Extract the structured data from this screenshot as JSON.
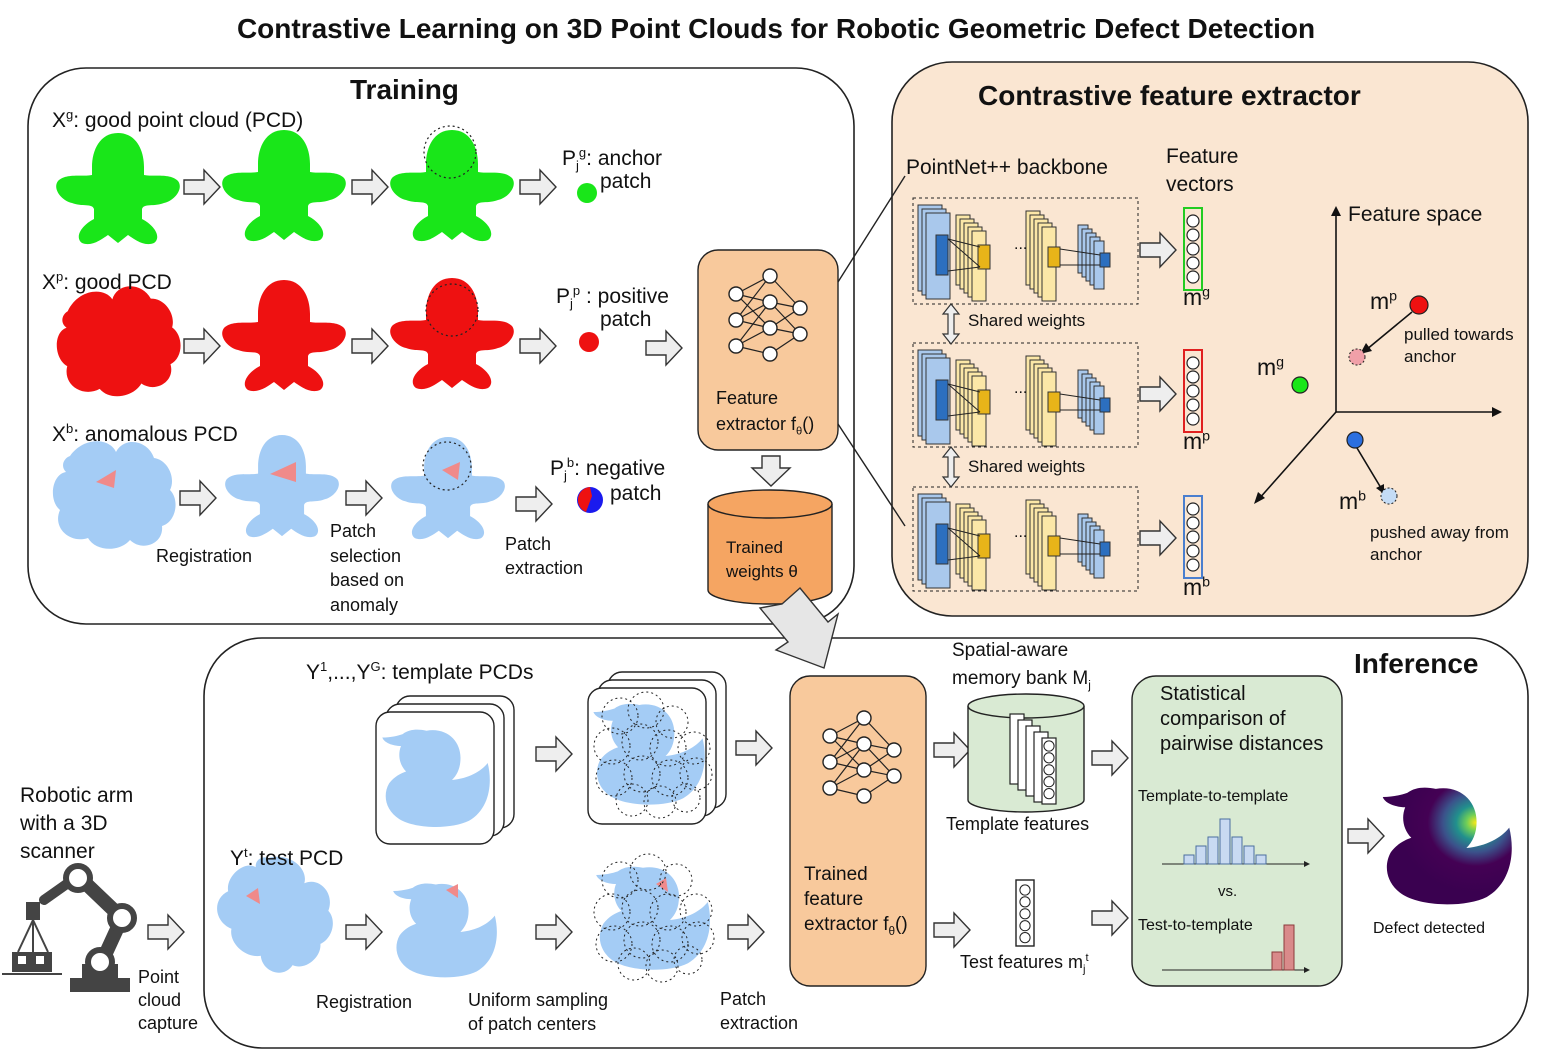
{
  "title": "Contrastive Learning on 3D Point Clouds for Robotic Geometric Defect Detection",
  "training": {
    "heading": "Training",
    "good_pcd": {
      "sym": "X",
      "sup": "g",
      "text": ": good point cloud (PCD)"
    },
    "positive_pcd": {
      "sym": "X",
      "sup": "p",
      "text": ": good PCD"
    },
    "anomalous_pcd": {
      "sym": "X",
      "sup": "b",
      "text": ": anomalous PCD"
    },
    "anchor_patch": {
      "sym": "P",
      "sub": "j",
      "sup": "g",
      "text": ": anchor",
      "line2": "patch"
    },
    "positive_patch": {
      "sym": "P",
      "sub": "j",
      "sup": "p",
      "text": " : positive",
      "line2": "patch"
    },
    "negative_patch": {
      "sym": "P",
      "sub": "j",
      "sup": "b",
      "text": ": negative",
      "line2": "patch"
    },
    "step_registration": "Registration",
    "step_selection": [
      "Patch",
      "selection",
      "based on",
      "anomaly"
    ],
    "step_extraction": [
      "Patch",
      "extraction"
    ],
    "feature_extractor": {
      "line1": "Feature",
      "line2": "extractor f",
      "sub": "θ",
      "tail": "()"
    },
    "trained_weights": {
      "line1": "Trained",
      "line2": "weights θ"
    }
  },
  "extractor": {
    "heading": "Contrastive feature  extractor",
    "backbone": "PointNet++ backbone",
    "feature_vectors": [
      "Feature",
      "vectors"
    ],
    "shared_weights": "Shared weights",
    "ellipsis": "...",
    "mg": {
      "sym": "m",
      "sup": "g"
    },
    "mp": {
      "sym": "m",
      "sup": "p"
    },
    "mb": {
      "sym": "m",
      "sup": "b"
    },
    "feature_space": "Feature space",
    "pulled": [
      "pulled towards",
      "anchor"
    ],
    "pushed": [
      "pushed away from",
      "anchor"
    ]
  },
  "inference": {
    "heading": "Inference",
    "template_pcds": {
      "sym": "Y",
      "sup1": "1",
      "mid": ",...,Y",
      "sup2": "G",
      "text": ": template PCDs"
    },
    "test_pcd": {
      "sym": "Y",
      "sup": "t",
      "text": ": test PCD"
    },
    "robot": [
      "Robotic arm",
      "with a 3D",
      "scanner"
    ],
    "point_cloud_capture": [
      "Point",
      "cloud",
      "capture"
    ],
    "registration": "Registration",
    "uniform_sampling": [
      "Uniform sampling",
      "of patch centers"
    ],
    "patch_extraction": [
      "Patch",
      "extraction"
    ],
    "trained_extractor": {
      "line1": "Trained",
      "line2": "feature",
      "line3": "extractor f",
      "sub": "θ",
      "tail": "()"
    },
    "memory_bank": {
      "line1": "Spatial-aware",
      "line2": "memory bank M",
      "sub": "j"
    },
    "template_features": "Template features",
    "test_features": {
      "text": "Test features m",
      "sub": "j",
      "sup": "t"
    },
    "statistical": [
      "Statistical",
      "comparison of",
      "pairwise distances"
    ],
    "template_to_template": "Template-to-template",
    "vs": "vs.",
    "test_to_template": "Test-to-template",
    "defect_detected": "Defect detected"
  },
  "colors": {
    "good": "#19e619",
    "positive": "#ee1111",
    "anomalous": "#a4ccf5",
    "defect": "#f08a8a",
    "orange_box": "#f8c99c",
    "extractor_panel": "#fae6d2",
    "stat_panel": "#d9ead3",
    "arrow_fill": "#eeeeee"
  },
  "histograms": {
    "template_to_template": [
      1,
      2,
      3,
      5,
      3,
      2,
      1
    ],
    "test_to_template": [
      2,
      5
    ]
  }
}
